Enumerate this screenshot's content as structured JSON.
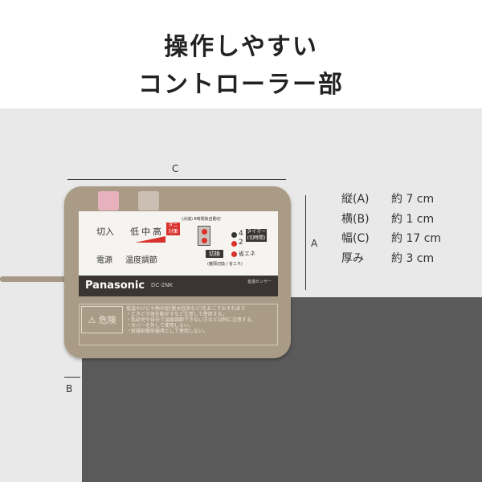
{
  "heading": {
    "line1": "操作しやすい",
    "line2": "コントローラー部"
  },
  "device": {
    "power_switch": "切入",
    "power_label": "電源",
    "temp_levels": "低中高",
    "mite_badge": "ダニ対策",
    "temp_label": "温度調節",
    "timer_note": "(点滅) 8時間後自動切",
    "timer_4": "4",
    "timer_2": "2",
    "timer_label": "タイマー(切時間)",
    "switch_button": "切換",
    "eco": "省エネ",
    "switch_note": "(離隔切換 / 省エネ)",
    "brand": "Panasonic",
    "model": "DC-2NK",
    "sensor": "室温センサー",
    "warning_title": "危険",
    "warning_lines": [
      "低温やけどや熱中症(脱水症状など)をおこすおそれあり",
      "・ときどき体を動かすなど注意して使用する。",
      "・乳幼児や自分で温度調節できない方などは特に注意する。",
      "・カバーを外して使用しない。",
      "・就寝前暖房器具として使用しない。"
    ]
  },
  "dimensions": {
    "label_a": "A",
    "label_b": "B",
    "label_c": "C",
    "rows": [
      {
        "name": "縦(A)",
        "value": "約 7 cm"
      },
      {
        "name": "横(B)",
        "value": "約 1 cm"
      },
      {
        "name": "幅(C)",
        "value": "約 17 cm"
      },
      {
        "name": "厚み",
        "value": "約 3 cm"
      }
    ]
  },
  "colors": {
    "device": "#a99b86",
    "accent_red": "#d9312c"
  }
}
